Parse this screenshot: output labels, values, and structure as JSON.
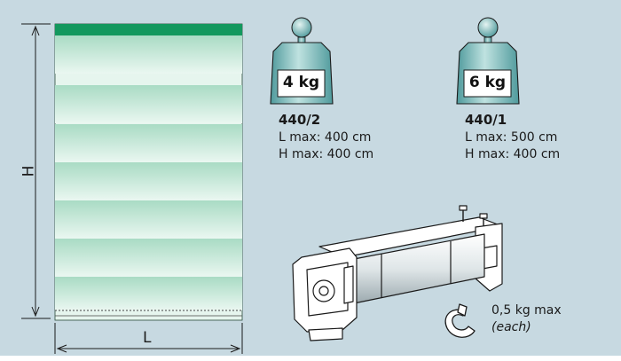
{
  "diagram": {
    "dimensions": {
      "height_label": "H",
      "width_label": "L"
    },
    "colors": {
      "background": "#c7d9e1",
      "panel_top_bar": "#13985e",
      "panel_band_light": "#e6f5ee",
      "panel_band_dark": "#a9dbc4",
      "weight_body": "#7fbfc0",
      "weight_label_bg": "#ffffff",
      "outline": "#1a1a1a"
    },
    "icons": {
      "weight_small": "weight-icon",
      "weight_large": "weight-icon",
      "roller_mechanism": "roller-mechanism-icon",
      "clip": "clip-icon"
    },
    "models": [
      {
        "code": "440/2",
        "weight": "4 kg",
        "l_max": "L max: 400 cm",
        "h_max": "H max: 400 cm"
      },
      {
        "code": "440/1",
        "weight": "6 kg",
        "l_max": "L max: 500 cm",
        "h_max": "H max: 400 cm"
      }
    ],
    "accessory": {
      "max_load": "0,5 kg max",
      "qualifier": "(each)"
    }
  }
}
